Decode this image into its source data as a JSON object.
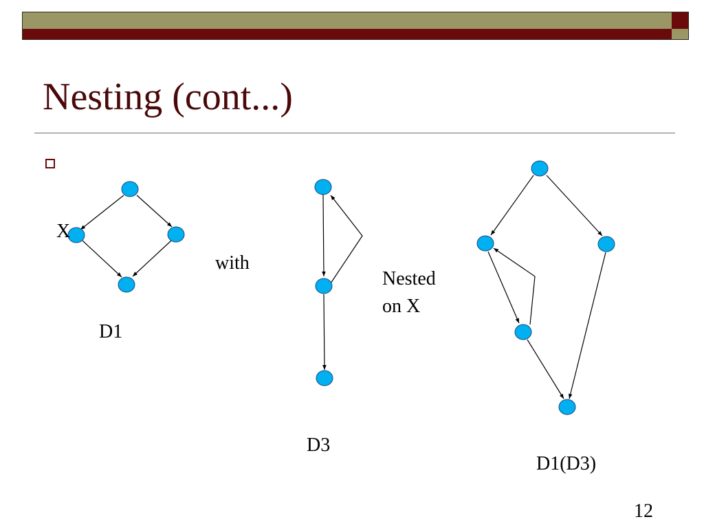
{
  "slide": {
    "title": "Nesting (cont...)",
    "page_number": "12"
  },
  "labels": {
    "x_marker": "X",
    "with": "with",
    "nested_line1": "Nested",
    "nested_line2": "on X",
    "d1": "D1",
    "d3": "D3",
    "d1d3": "D1(D3)"
  },
  "colors": {
    "node_fill": "#00b0f0",
    "title": "#4a0808",
    "accent_red": "#6b0a0a",
    "accent_olive": "#9a9666"
  }
}
